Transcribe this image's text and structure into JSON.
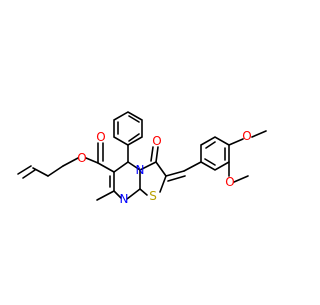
{
  "molecule": {
    "atoms": {
      "oxygen_ester_carbonyl": "O",
      "oxygen_ester": "O",
      "oxygen_ketone": "O",
      "oxygen_methoxy_upper": "O",
      "oxygen_methoxy_lower": "O",
      "nitrogen_ring_junction": "N",
      "nitrogen_ring": "N",
      "sulfur_ring": "S"
    },
    "colors": {
      "oxygen": "#ff0000",
      "nitrogen": "#0000ff",
      "sulfur": "#b8a000",
      "bond": "#000000"
    }
  }
}
